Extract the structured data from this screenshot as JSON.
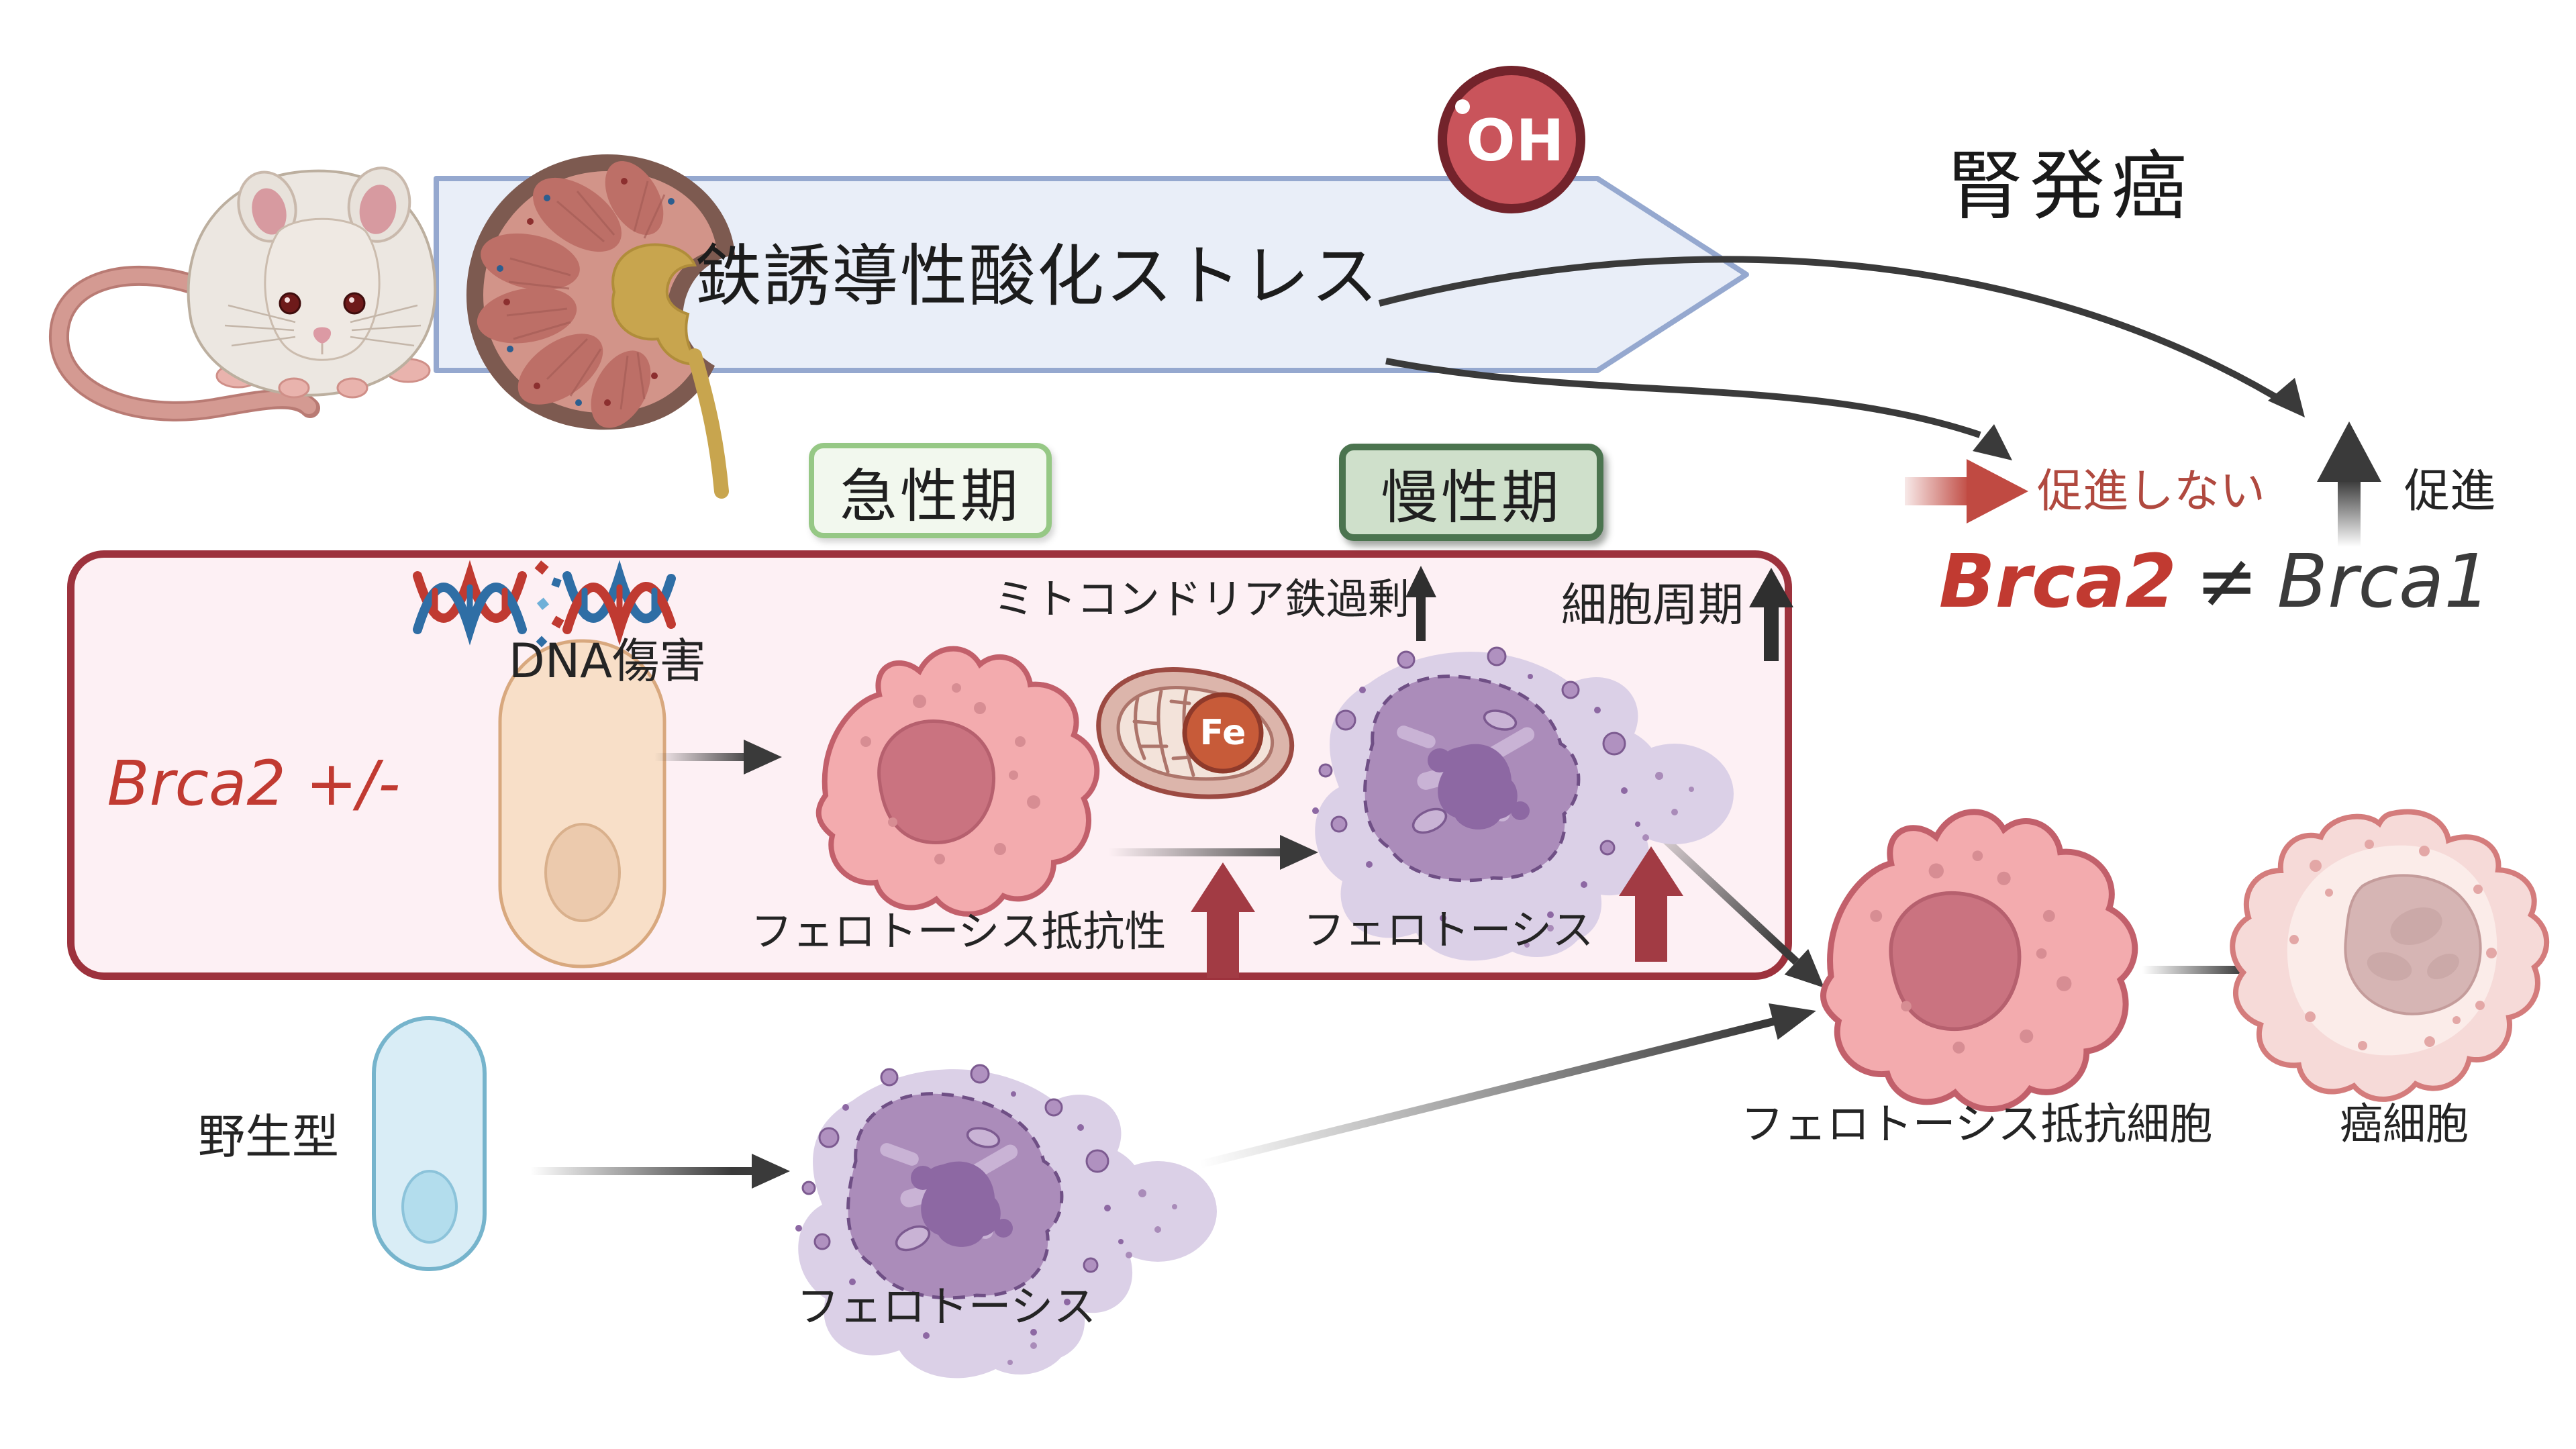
{
  "banner": {
    "label": "鉄誘導性酸化ストレス"
  },
  "oh_badge": {
    "label": "OH"
  },
  "outcome": {
    "title": "腎発癌",
    "not_promote": "促進しない",
    "promote": "促進",
    "comparison": {
      "left": "Brca2",
      "operator": "≠",
      "right": "Brca1"
    }
  },
  "phases": {
    "acute": "急性期",
    "chronic": "慢性期"
  },
  "brca2_box": {
    "genotype": "Brca2 +/-",
    "dna_damage": "DNA傷害",
    "mitochondrial_iron_overload": "ミトコンドリア鉄過剰",
    "cell_cycle": "細胞周期",
    "ferroptosis_resistance": "フェロトーシス抵抗性",
    "ferroptosis": "フェロトーシス",
    "iron_label": "Fe"
  },
  "wildtype": {
    "genotype": "野生型",
    "ferroptosis": "フェロトーシス"
  },
  "cells": {
    "resistant": "フェロトーシス抵抗細胞",
    "cancer": "癌細胞"
  },
  "colors": {
    "accent_red": "#c13a31",
    "soft_red_text": "#b0493f",
    "dark_red_block_arrow": "#a23b44",
    "red_gradient_arrow": "#c04a42",
    "box_border_red": "#9d323d",
    "box_fill_pink": "#fdf0f4",
    "banner_fill": "#e9eef8",
    "banner_border": "#95a8cf",
    "acute_fill": "#f2f8ee",
    "acute_border": "#96c885",
    "chronic_fill": "#cfe0cb",
    "chronic_border": "#4b744f",
    "oh_fill": "#c9545b",
    "oh_border": "#73232b",
    "black_arrow": "#3a3a3a"
  }
}
